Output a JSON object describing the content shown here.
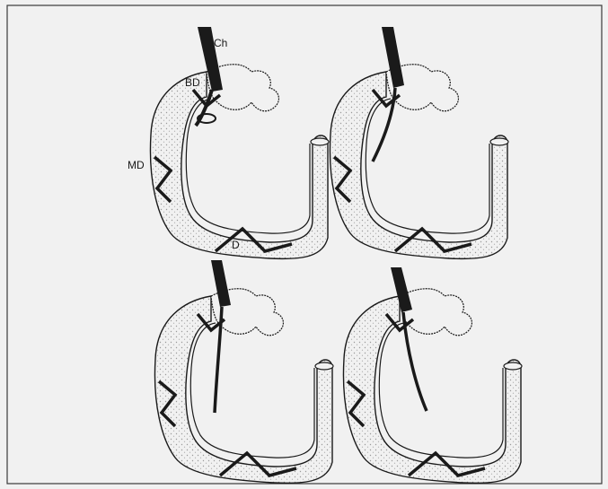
{
  "figure": {
    "labels": {
      "choledochus": "Ch",
      "bile_duct": "BD",
      "mid_duodenum": "MD",
      "duodenum": "D"
    },
    "panels": [
      {
        "id": "top-left",
        "labeled": true
      },
      {
        "id": "top-right",
        "labeled": false
      },
      {
        "id": "bottom-left",
        "labeled": false
      },
      {
        "id": "bottom-right",
        "labeled": false
      }
    ],
    "colors": {
      "paper": "#f1f1f1",
      "ink": "#1a1a1a",
      "frame": "#3a3a3a",
      "stipple": "#9a9a9a"
    }
  }
}
